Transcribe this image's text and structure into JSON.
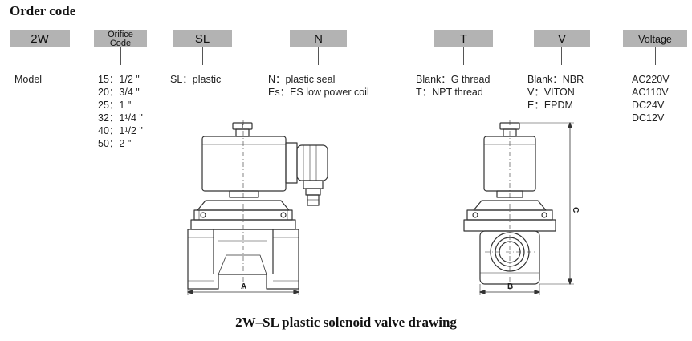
{
  "title": "Order code",
  "codes": {
    "c1": "2W",
    "c2_line1": "Orifice",
    "c2_line2": "Code",
    "c3": "SL",
    "c4": "N",
    "c5": "T",
    "c6": "V",
    "c7": "Voltage"
  },
  "options": {
    "model": [
      "Model"
    ],
    "orifice": [
      "15：1/2 \"",
      "20：3/4 \"",
      "25：1 \"",
      "32：1¹/4 \"",
      "40：1¹/2 \"",
      "50：2 \""
    ],
    "body": [
      "SL：plastic"
    ],
    "seal_coil": [
      "N：plastic seal",
      "Es：ES low power coil"
    ],
    "thread": [
      "Blank：G thread",
      "T：NPT thread"
    ],
    "seal_material": [
      "Blank：NBR",
      "V：VITON",
      "E：EPDM"
    ],
    "voltage": [
      "AC220V",
      "AC110V",
      "DC24V",
      "DC12V"
    ]
  },
  "dimensions": {
    "a": "A",
    "b": "B",
    "c": "C"
  },
  "caption": "2W–SL plastic solenoid valve drawing"
}
